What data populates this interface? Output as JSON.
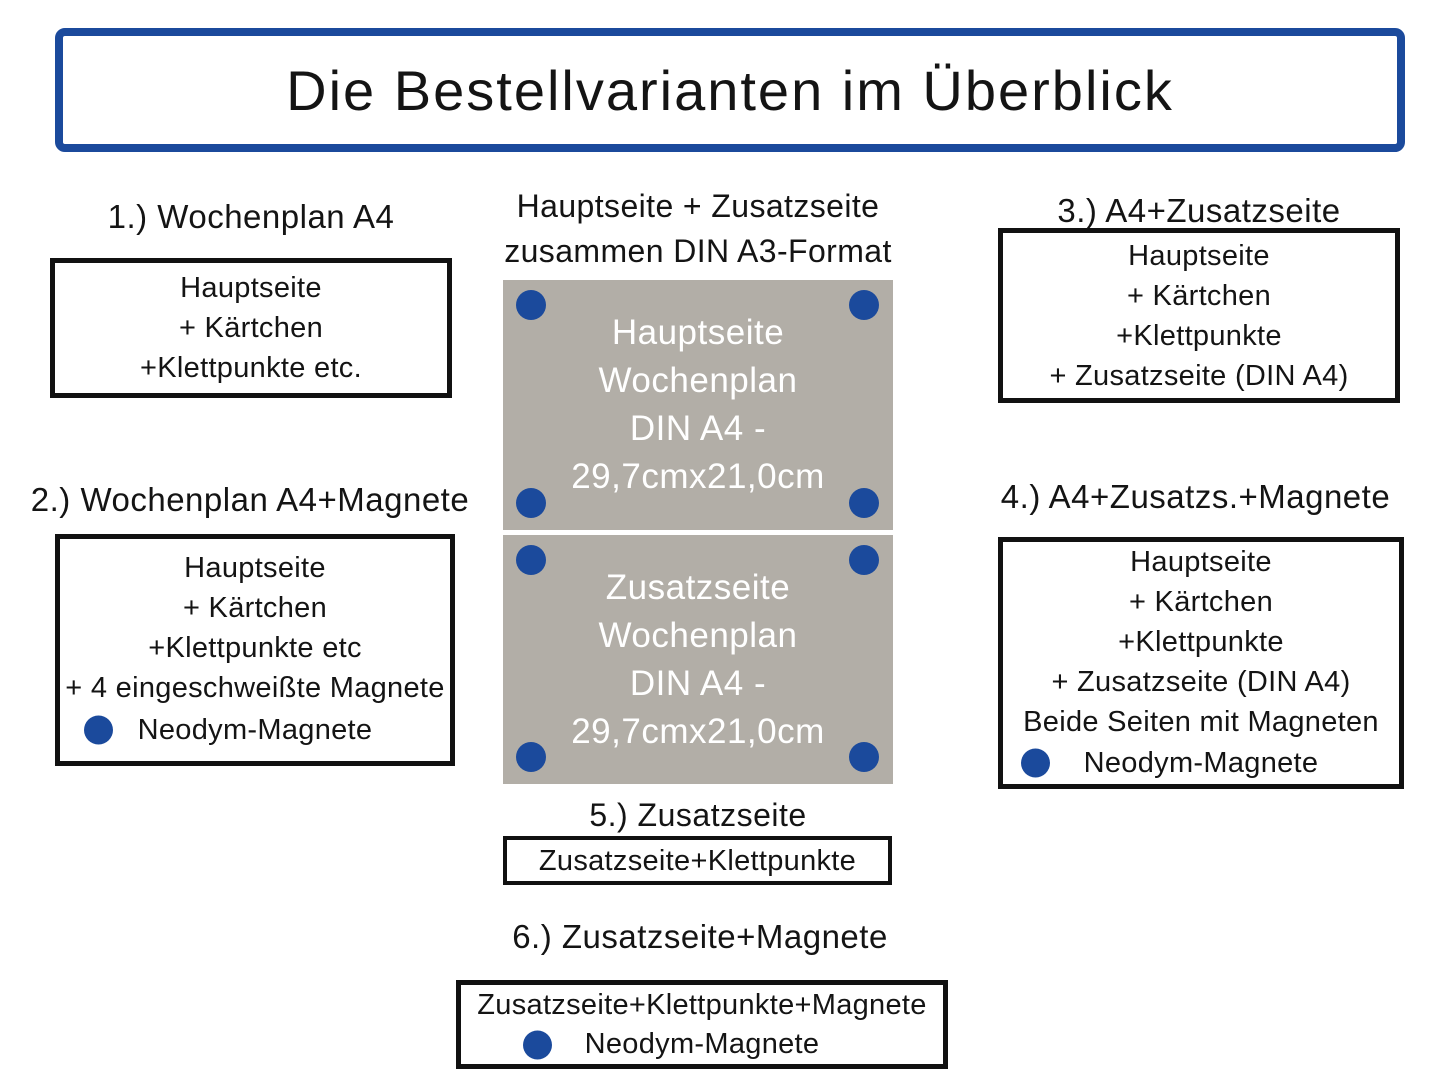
{
  "title": "Die Bestellvarianten im Überblick",
  "colors": {
    "accent_blue": "#1b4a9c",
    "panel_gray": "#b2aea7"
  },
  "center": {
    "heading_lines": [
      "Hauptseite + Zusatzseite",
      "zusammen DIN A3-Format"
    ],
    "panel_a": {
      "lines": [
        "Hauptseite",
        "Wochenplan",
        "DIN A4 -",
        "29,7cmx21,0cm"
      ]
    },
    "panel_b": {
      "lines": [
        "Zusatzseite",
        "Wochenplan",
        "DIN A4 -",
        "29,7cmx21,0cm"
      ]
    }
  },
  "variants": {
    "v1": {
      "heading": "1.) Wochenplan A4",
      "lines": [
        "Hauptseite",
        "+ Kärtchen",
        "+Klettpunkte etc."
      ]
    },
    "v2": {
      "heading": "2.) Wochenplan A4+Magnete",
      "lines": [
        "Hauptseite",
        "+ Kärtchen",
        "+Klettpunkte etc",
        "+ 4 eingeschweißte Magnete"
      ],
      "magnet_label": "Neodym-Magnete"
    },
    "v3": {
      "heading": "3.) A4+Zusatzseite",
      "lines": [
        "Hauptseite",
        "+ Kärtchen",
        "+Klettpunkte",
        "+ Zusatzseite (DIN A4)"
      ]
    },
    "v4": {
      "heading": "4.) A4+Zusatzs.+Magnete",
      "lines": [
        "Hauptseite",
        "+ Kärtchen",
        "+Klettpunkte",
        "+ Zusatzseite (DIN A4)",
        "Beide Seiten mit Magneten"
      ],
      "magnet_label": "Neodym-Magnete"
    },
    "v5": {
      "heading": "5.) Zusatzseite",
      "lines": [
        "Zusatzseite+Klettpunkte"
      ]
    },
    "v6": {
      "heading": "6.) Zusatzseite+Magnete",
      "lines": [
        "Zusatzseite+Klettpunkte+Magnete"
      ],
      "magnet_label": "Neodym-Magnete"
    }
  }
}
